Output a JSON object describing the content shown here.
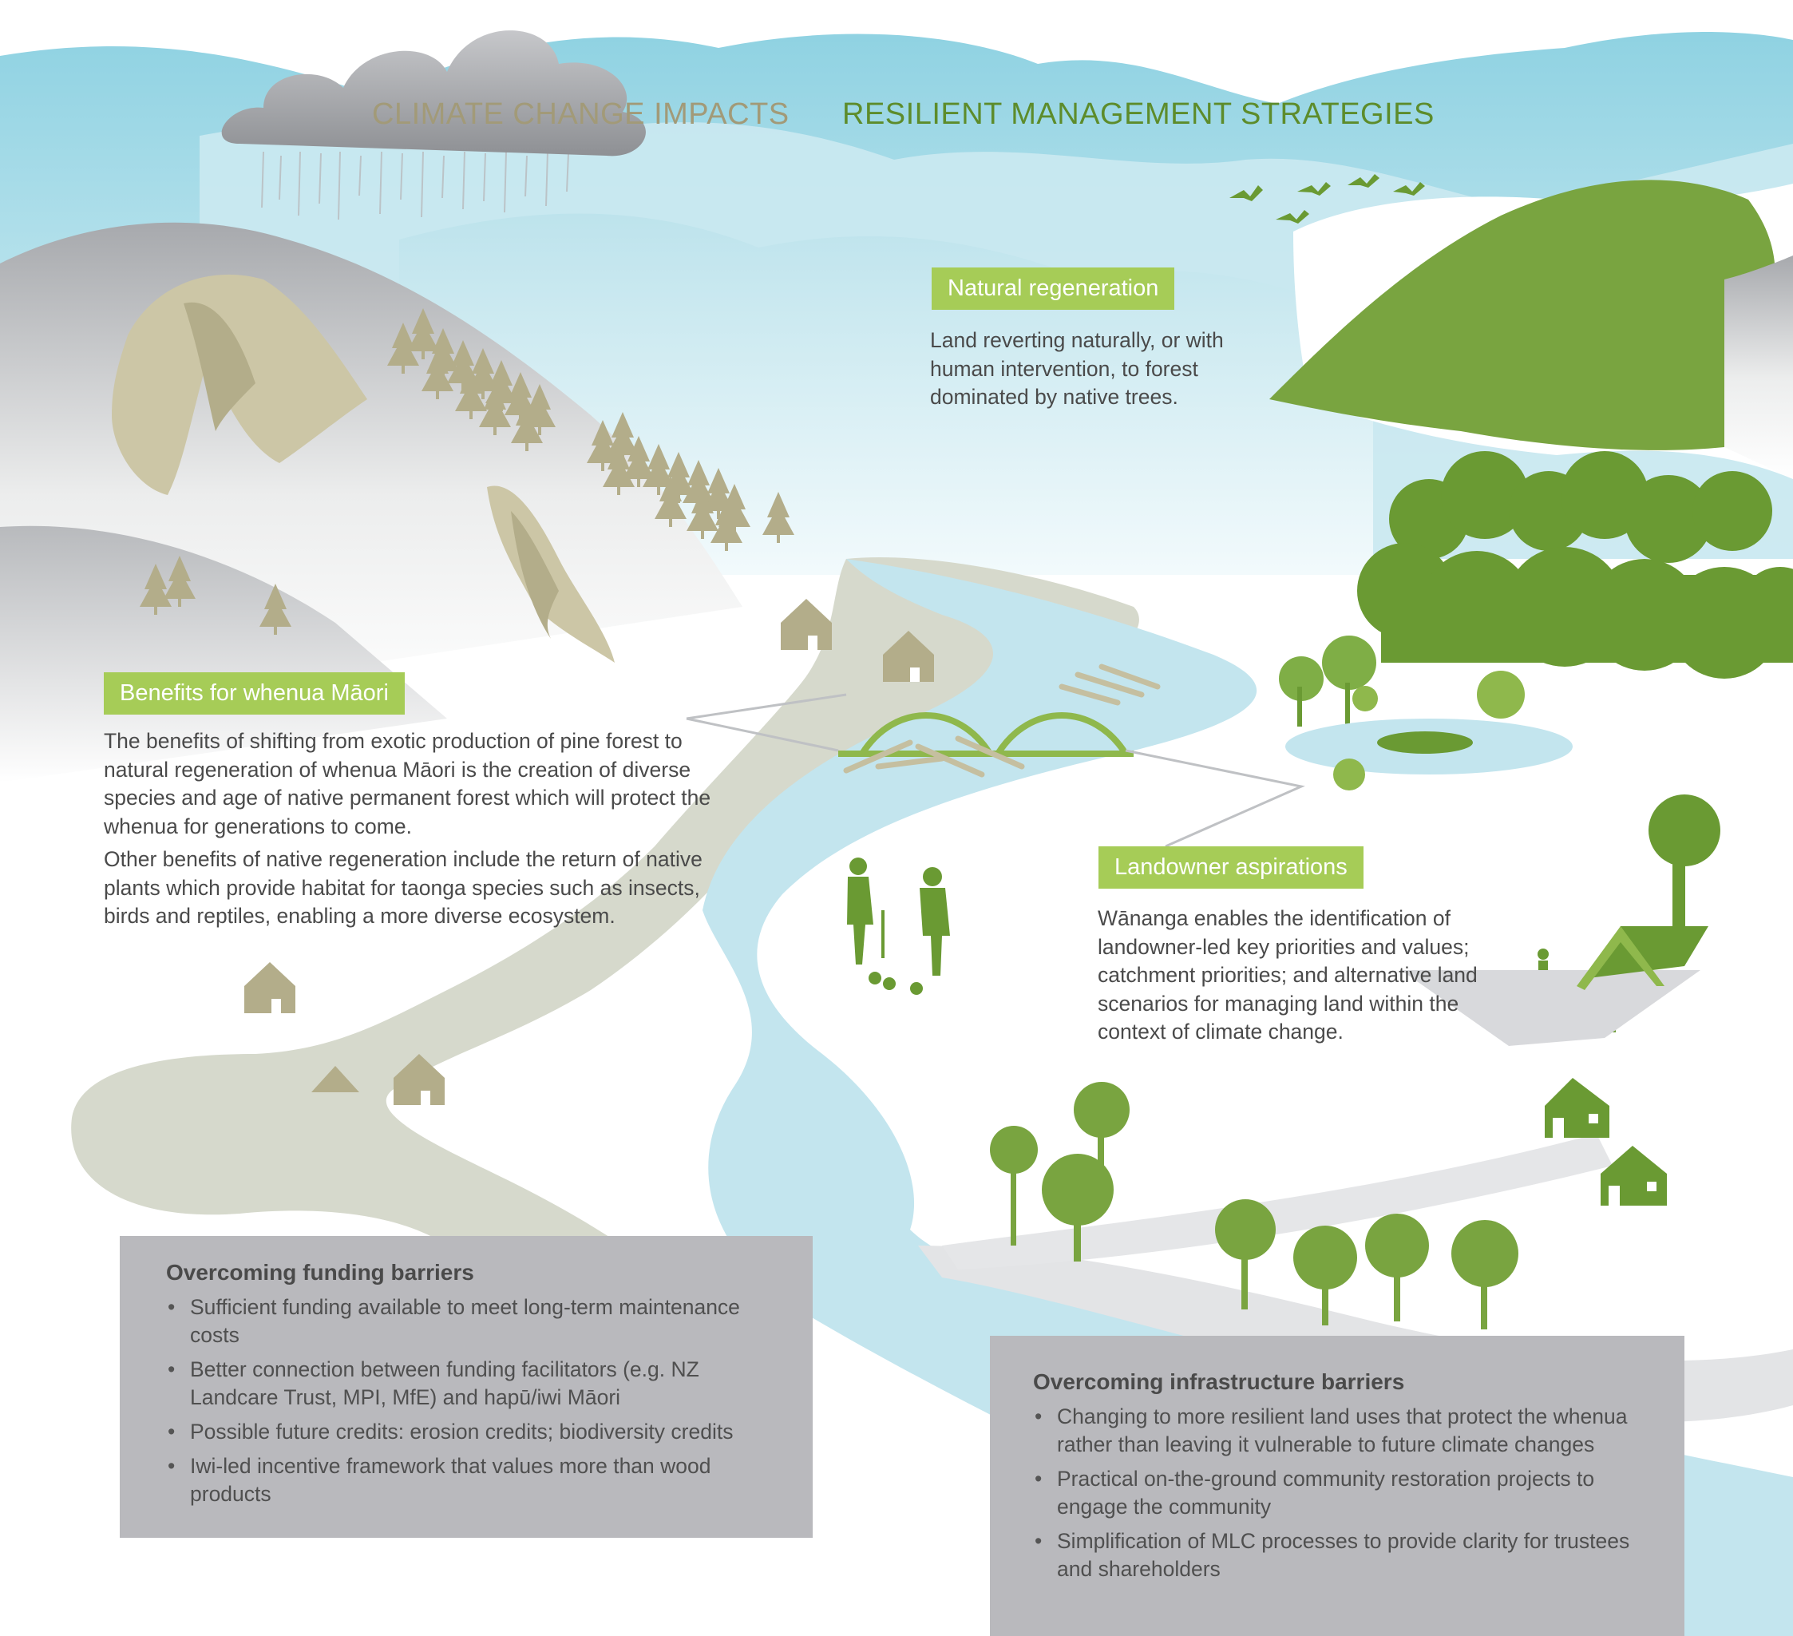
{
  "headings": {
    "impacts": "CLIMATE CHANGE IMPACTS",
    "strategies": "RESILIENT MANAGEMENT STRATEGIES"
  },
  "natural_regeneration": {
    "title": "Natural regeneration",
    "body": "Land reverting naturally, or with human intervention, to forest dominated by native trees."
  },
  "benefits": {
    "title": "Benefits for whenua Māori",
    "paragraph1": "The benefits of shifting from exotic production of pine forest to natural regeneration of whenua Māori is the creation of diverse species and age of native permanent forest which will protect the whenua for generations to come.",
    "paragraph2": "Other benefits of native regeneration include the return of native plants which provide habitat for taonga species such as insects, birds and reptiles, enabling a more diverse ecosystem."
  },
  "landowner": {
    "title": "Landowner aspirations",
    "body": "Wānanga enables the identification of landowner-led key priorities and values; catchment priorities; and alternative land scenarios for managing land within the context of climate change."
  },
  "funding": {
    "title": "Overcoming funding barriers",
    "items": [
      "Sufficient funding available to meet long-term maintenance costs",
      "Better connection between funding facilitators (e.g. NZ Landcare Trust, MPI, MfE) and hapū/iwi Māori",
      "Possible future credits: erosion credits; biodiversity credits",
      "Iwi-led incentive framework that values more than wood products"
    ]
  },
  "infrastructure": {
    "title": "Overcoming infrastructure barriers",
    "items": [
      "Changing to more resilient land uses that protect the whenua rather than leaving it vulnerable to future climate changes",
      "Practical on-the-ground community restoration projects to engage the community",
      "Simplification of MLC processes to provide clarity for trustees and shareholders"
    ]
  },
  "colors": {
    "sky_blue": "#9fd8e6",
    "river_blue": "#c3e5ee",
    "green_dark": "#6a9a33",
    "green_tag": "#a6cc57",
    "khaki": "#b3ad8a",
    "flood_grey": "#d6d9cc",
    "panel_grey": "#b9b9bd"
  },
  "icons": [
    "storm-cloud-icon",
    "birds-icon",
    "pine-tree-icon",
    "native-tree-icon",
    "house-icon",
    "wharenui-icon",
    "person-icon",
    "bridge-icon"
  ]
}
